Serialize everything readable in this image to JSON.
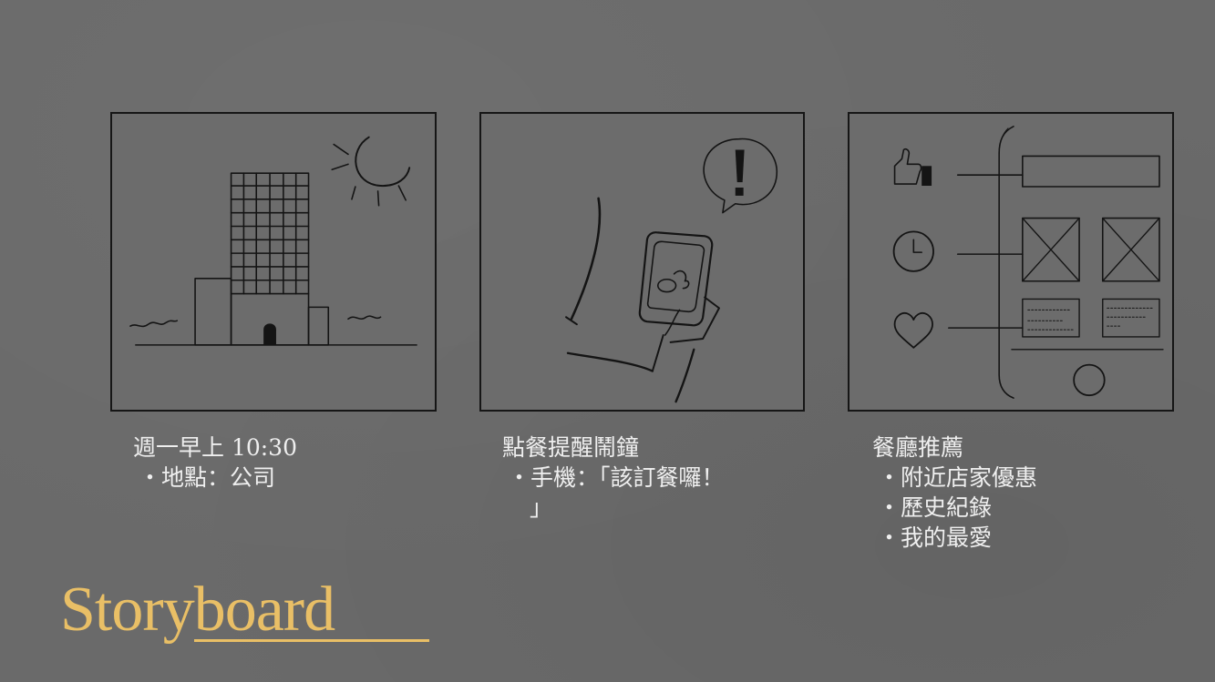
{
  "slide": {
    "title": "Storyboard",
    "accent_color": "#e9bf66",
    "background_color": "#6a6a6a"
  },
  "panels": [
    {
      "icon": "office-building-with-sun-icon",
      "caption_title": "週一早上 10:30",
      "caption_items": [
        "・地點：公司"
      ]
    },
    {
      "icon": "hand-holding-phone-with-alert-icon",
      "caption_title": "點餐提醒鬧鐘",
      "caption_items": [
        "・手機：「該訂餐囉！",
        "」"
      ]
    },
    {
      "icon": "restaurant-app-wireframe-icon",
      "caption_title": "餐廳推薦",
      "caption_items": [
        "・附近店家優惠",
        "・歷史紀錄",
        "・我的最愛"
      ]
    }
  ]
}
